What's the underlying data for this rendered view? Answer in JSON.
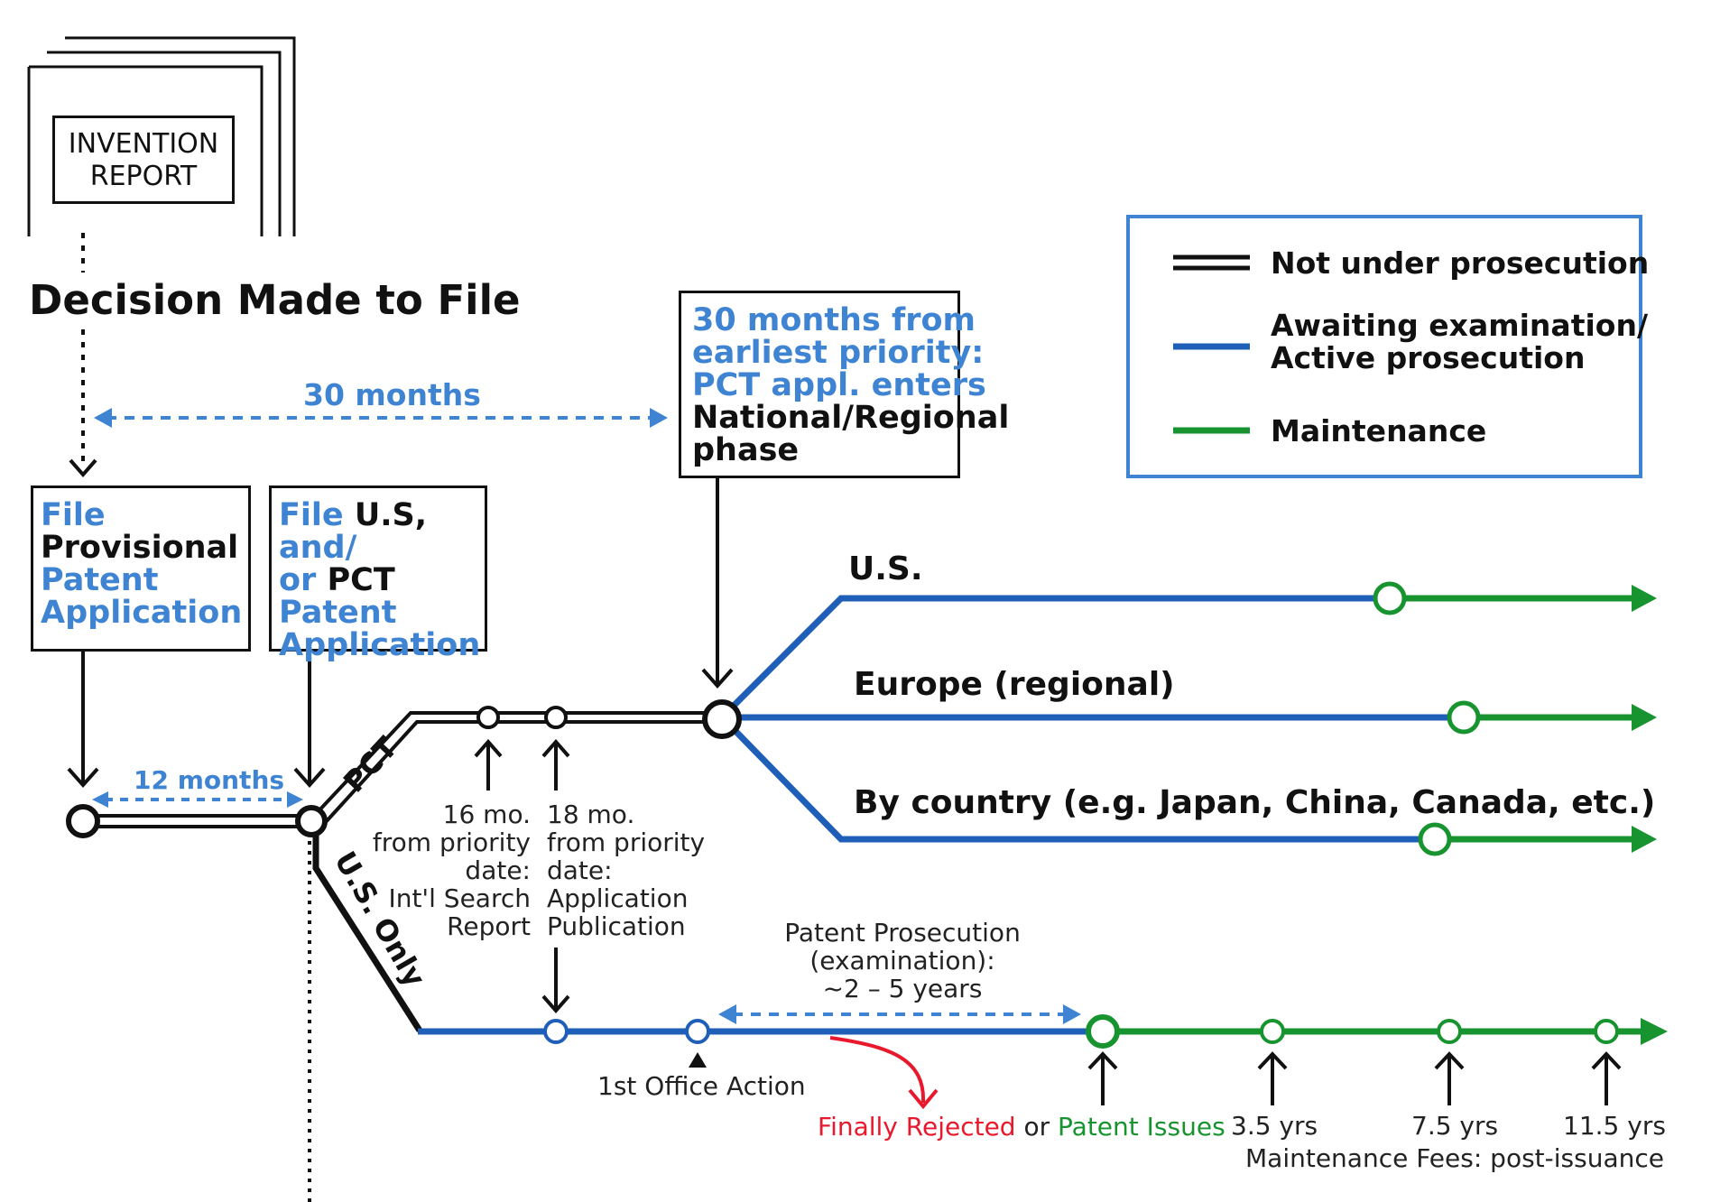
{
  "invention_report": {
    "line1": "INVENTION",
    "line2": "REPORT"
  },
  "decision": "Decision Made to File",
  "thirty_months": "30 months",
  "twelve_months": "12 months",
  "box_provisional": {
    "l1": "File",
    "l2": "Provisional",
    "l3": "Patent",
    "l4": "Application"
  },
  "box_us_pct": {
    "l1a": "File ",
    "l1b": "U.S,",
    "l1c": " and/",
    "l2a": "or ",
    "l2b": "PCT",
    "l3": "Patent",
    "l4": "Application"
  },
  "box_30mo": {
    "l1": "30 months from",
    "l2": "earliest priority:",
    "l3": "PCT appl. enters",
    "l4": "National/Regional",
    "l5": "phase"
  },
  "legend": [
    {
      "label": "Not under prosecution",
      "color": "#111111"
    },
    {
      "label_l1": "Awaiting examination/",
      "label_l2": "Active prosecution",
      "color": "#1f5fb8"
    },
    {
      "label": "Maintenance",
      "color": "#17942f"
    }
  ],
  "branches": {
    "us": "U.S.",
    "europe": "Europe (regional)",
    "country": "By country (e.g. Japan, China, Canada, etc.)",
    "pct": "PCT",
    "us_only": "U.S. Only"
  },
  "note_16": {
    "l1": "16 mo.",
    "l2": "from priority",
    "l3": "date:",
    "l4": "Int'l Search",
    "l5": "Report"
  },
  "note_18": {
    "l1": "18 mo.",
    "l2": "from priority",
    "l3": "date:",
    "l4": "Application",
    "l5": "Publication"
  },
  "prosecution": {
    "l1": "Patent Prosecution",
    "l2": "(examination):",
    "l3": "~2 – 5 years"
  },
  "office_action": "1st Office Action",
  "outcome": {
    "rejected": "Finally Rejected",
    "or": " or ",
    "issues": "Patent Issues"
  },
  "maintenance": {
    "y1": "3.5 yrs",
    "y2": "7.5 yrs",
    "y3": "11.5 yrs",
    "caption": "Maintenance Fees: post-issuance"
  },
  "colors": {
    "black": "#111111",
    "blue": "#1f5fb8",
    "green": "#17942f",
    "light_blue": "#3f84d2",
    "red": "#e8192c",
    "legend_border": "#3f84d2"
  }
}
